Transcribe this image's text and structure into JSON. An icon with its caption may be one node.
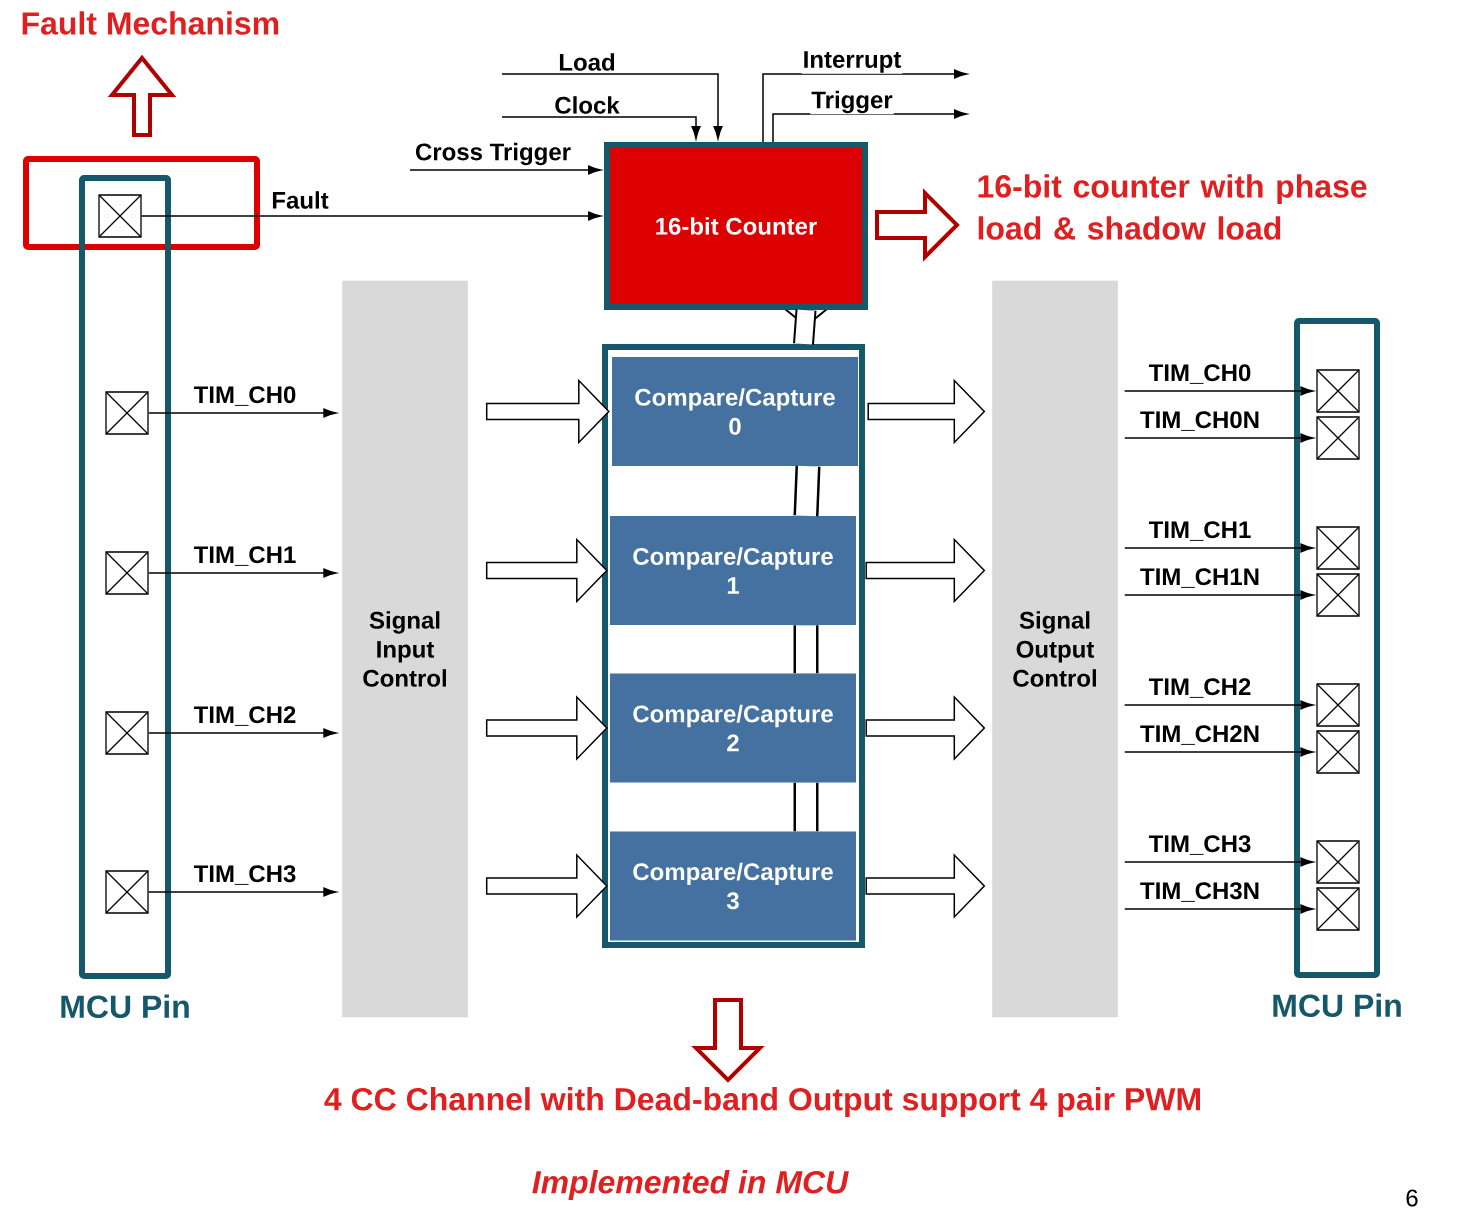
{
  "diagram": {
    "nodes": [
      {
        "text": [
          "MCU Pin"
        ]
      },
      {
        "text": [],
        "shape": "box",
        "in": 0
      },
      {
        "text": [],
        "shape": "box",
        "in": 0
      },
      {
        "text": [],
        "shape": "box",
        "in": 0
      },
      {
        "text": [],
        "shape": "box",
        "in": 0
      },
      {
        "text": [],
        "shape": "box",
        "in": 0
      },
      {
        "text": [
          "Signal Input Control"
        ]
      },
      {
        "text": [
          "16-bit Counter"
        ]
      },
      {
        "text": [],
        "shape": "box"
      },
      {
        "text": [
          "Compare/Capture 0"
        ],
        "in": 8
      },
      {
        "text": [
          "Compare/Capture 1"
        ],
        "in": 8
      },
      {
        "text": [
          "Compare/Capture 2"
        ],
        "in": 8
      },
      {
        "text": [
          "Compare/Capture 3"
        ],
        "in": 8
      },
      {
        "text": [
          "Signal Output Control"
        ]
      },
      {
        "text": [
          "MCU Pin"
        ]
      },
      {
        "text": [],
        "shape": "box",
        "in": 14
      },
      {
        "text": [],
        "shape": "box",
        "in": 14
      },
      {
        "text": [],
        "shape": "box",
        "in": 14
      },
      {
        "text": [],
        "shape": "box",
        "in": 14
      },
      {
        "text": [],
        "shape": "box",
        "in": 14
      },
      {
        "text": [],
        "shape": "box",
        "in": 14
      },
      {
        "text": [],
        "shape": "box",
        "in": 14
      },
      {
        "text": [],
        "shape": "box",
        "in": 14
      }
    ],
    "edges": [
      {
        "from": 1,
        "to": 7,
        "arrow": "to",
        "label": "Fault"
      },
      {
        "from": null,
        "to": 7,
        "arrow": "to",
        "label": "Cross Trigger"
      },
      {
        "from": null,
        "to": 7,
        "arrow": "to",
        "label": "Load"
      },
      {
        "from": null,
        "to": 7,
        "arrow": "to",
        "label": "Clock"
      },
      {
        "from": 7,
        "to": null,
        "arrow": "to",
        "label": "Interrupt"
      },
      {
        "from": 7,
        "to": null,
        "arrow": "to",
        "label": "Trigger"
      },
      {
        "from": 2,
        "to": 6,
        "arrow": "to",
        "label": "TIM_CH0"
      },
      {
        "from": 3,
        "to": 6,
        "arrow": "to",
        "label": "TIM_CH1"
      },
      {
        "from": 4,
        "to": 6,
        "arrow": "to",
        "label": "TIM_CH2"
      },
      {
        "from": 5,
        "to": 6,
        "arrow": "to",
        "label": "TIM_CH3"
      },
      {
        "from": 6,
        "to": 9,
        "arrow": "to",
        "style": "thick"
      },
      {
        "from": 6,
        "to": 10,
        "arrow": "to",
        "style": "thick"
      },
      {
        "from": 6,
        "to": 11,
        "arrow": "to",
        "style": "thick"
      },
      {
        "from": 6,
        "to": 12,
        "arrow": "to",
        "style": "thick"
      },
      {
        "from": 9,
        "to": 13,
        "arrow": "to",
        "style": "thick"
      },
      {
        "from": 10,
        "to": 13,
        "arrow": "to",
        "style": "thick"
      },
      {
        "from": 11,
        "to": 13,
        "arrow": "to",
        "style": "thick"
      },
      {
        "from": 12,
        "to": 13,
        "arrow": "to",
        "style": "thick"
      },
      {
        "from": 13,
        "to": 15,
        "arrow": "to",
        "label": "TIM_CH0"
      },
      {
        "from": 13,
        "to": 16,
        "arrow": "to",
        "label": "TIM_CH0N"
      },
      {
        "from": 13,
        "to": 17,
        "arrow": "to",
        "label": "TIM_CH1"
      },
      {
        "from": 13,
        "to": 18,
        "arrow": "to",
        "label": "TIM_CH1N"
      },
      {
        "from": 13,
        "to": 19,
        "arrow": "to",
        "label": "TIM_CH2"
      },
      {
        "from": 13,
        "to": 20,
        "arrow": "to",
        "label": "TIM_CH2N"
      },
      {
        "from": 13,
        "to": 21,
        "arrow": "to",
        "label": "TIM_CH3"
      },
      {
        "from": 13,
        "to": 22,
        "arrow": "to",
        "label": "TIM_CH3N"
      },
      {
        "from": 7,
        "to": 8,
        "arrow": "none",
        "style": "thick"
      },
      {
        "from": 9,
        "to": 10,
        "arrow": "none",
        "style": "thick"
      },
      {
        "from": 10,
        "to": 11,
        "arrow": "none",
        "style": "thick"
      },
      {
        "from": 11,
        "to": 12,
        "arrow": "none",
        "style": "thick"
      }
    ],
    "labels": [
      "Fault Mechanism",
      "16-bit counter with phase load & shadow load",
      "4 CC Channel with Dead-band Output support 4 pair PWM",
      "Implemented in MCU",
      "6"
    ]
  }
}
